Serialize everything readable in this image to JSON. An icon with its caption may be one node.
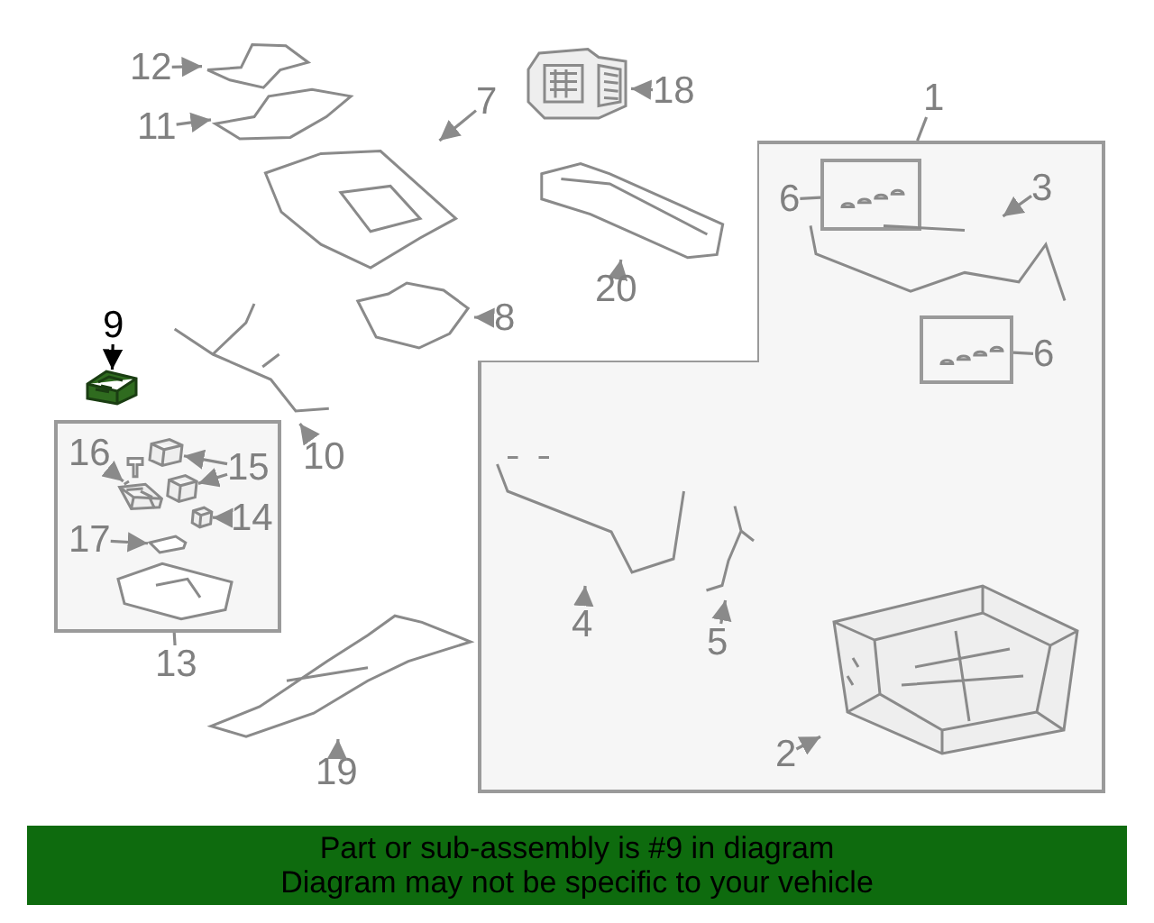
{
  "diagram": {
    "nodes": [
      {
        "text": [
          "12"
        ]
      },
      {
        "text": [],
        "shape": "picture"
      },
      {
        "text": [
          "11"
        ]
      },
      {
        "text": [],
        "shape": "picture"
      },
      {
        "text": [
          "7"
        ]
      },
      {
        "text": [],
        "shape": "picture"
      },
      {
        "text": [
          "18"
        ]
      },
      {
        "text": [],
        "shape": "picture"
      },
      {
        "text": [
          "20"
        ]
      },
      {
        "text": [],
        "shape": "picture"
      },
      {
        "text": [
          "1"
        ]
      },
      {
        "text": [],
        "shape": "box"
      },
      {
        "text": [
          "6"
        ],
        "in": 11
      },
      {
        "text": [],
        "shape": "box",
        "in": 11
      },
      {
        "text": [
          "3"
        ],
        "in": 11
      },
      {
        "text": [],
        "shape": "picture",
        "in": 11
      },
      {
        "text": [
          "6"
        ],
        "in": 11
      },
      {
        "text": [],
        "shape": "box",
        "in": 11
      },
      {
        "text": [
          "4"
        ],
        "in": 11
      },
      {
        "text": [],
        "shape": "picture",
        "in": 11
      },
      {
        "text": [
          "5"
        ],
        "in": 11
      },
      {
        "text": [],
        "shape": "picture",
        "in": 11
      },
      {
        "text": [
          "2"
        ],
        "in": 11
      },
      {
        "text": [],
        "shape": "picture",
        "in": 11
      },
      {
        "text": [
          "9"
        ]
      },
      {
        "text": [],
        "shape": "picture"
      },
      {
        "text": [
          "10"
        ]
      },
      {
        "text": [],
        "shape": "picture"
      },
      {
        "text": [
          "8"
        ]
      },
      {
        "text": [],
        "shape": "picture"
      },
      {
        "text": [
          "13"
        ]
      },
      {
        "text": [],
        "shape": "box"
      },
      {
        "text": [
          "16"
        ],
        "in": 31
      },
      {
        "text": [],
        "shape": "picture",
        "in": 31
      },
      {
        "text": [
          "15"
        ],
        "in": 31
      },
      {
        "text": [],
        "shape": "picture",
        "in": 31
      },
      {
        "text": [],
        "shape": "picture",
        "in": 31
      },
      {
        "text": [
          "14"
        ],
        "in": 31
      },
      {
        "text": [],
        "shape": "picture",
        "in": 31
      },
      {
        "text": [
          "17"
        ],
        "in": 31
      },
      {
        "text": [],
        "shape": "picture",
        "in": 31
      },
      {
        "text": [
          "19"
        ]
      },
      {
        "text": [],
        "shape": "picture"
      }
    ],
    "edges": [
      {
        "from": 0,
        "to": 1,
        "arrow": "to"
      },
      {
        "from": 2,
        "to": 3,
        "arrow": "to"
      },
      {
        "from": 4,
        "to": 5,
        "arrow": "to"
      },
      {
        "from": 6,
        "to": 7,
        "arrow": "to"
      },
      {
        "from": 8,
        "to": 9,
        "arrow": "to"
      },
      {
        "from": 10,
        "to": 11,
        "arrow": "none"
      },
      {
        "from": 12,
        "to": 13,
        "arrow": "none"
      },
      {
        "from": 14,
        "to": 15,
        "arrow": "to"
      },
      {
        "from": 16,
        "to": 17,
        "arrow": "none"
      },
      {
        "from": 18,
        "to": 19,
        "arrow": "to"
      },
      {
        "from": 20,
        "to": 21,
        "arrow": "to"
      },
      {
        "from": 22,
        "to": 23,
        "arrow": "to"
      },
      {
        "from": 24,
        "to": 25,
        "arrow": "to",
        "color": "#000000"
      },
      {
        "from": 26,
        "to": 27,
        "arrow": "to"
      },
      {
        "from": 28,
        "to": 29,
        "arrow": "to"
      },
      {
        "from": 30,
        "to": 31,
        "arrow": "none"
      },
      {
        "from": 32,
        "to": 33,
        "arrow": "to"
      },
      {
        "from": 34,
        "to": 35,
        "arrow": "to"
      },
      {
        "from": 34,
        "to": 36,
        "arrow": "to"
      },
      {
        "from": 37,
        "to": 38,
        "arrow": "to"
      },
      {
        "from": 39,
        "to": 40,
        "arrow": "to"
      },
      {
        "from": 41,
        "to": 42,
        "arrow": "to"
      }
    ],
    "labels": [
      "Part or sub-assembly is #9 in diagram",
      "Diagram may not be specific to your vehicle"
    ]
  }
}
